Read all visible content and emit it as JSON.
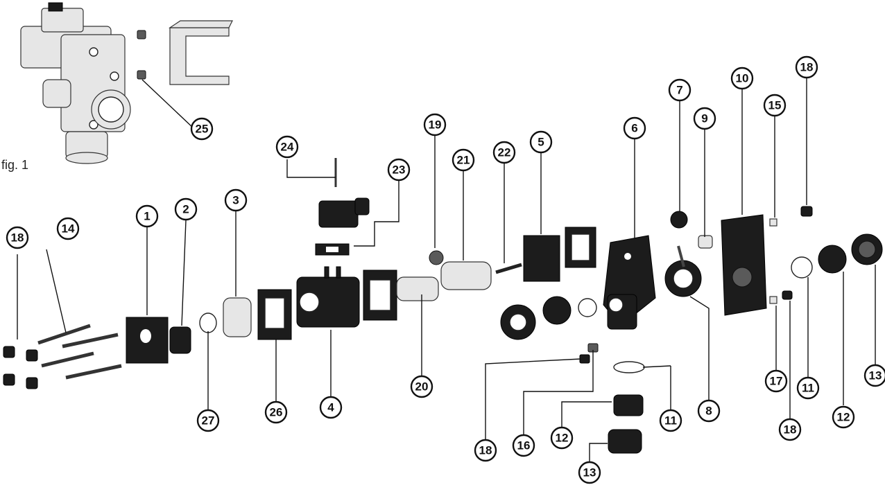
{
  "figure": {
    "label": "fig. 1"
  },
  "callouts": [
    "1",
    "2",
    "3",
    "4",
    "5",
    "6",
    "7",
    "8",
    "9",
    "10",
    "11",
    "12",
    "13",
    "14",
    "15",
    "16",
    "17",
    "18",
    "19",
    "20",
    "21",
    "22",
    "23",
    "24",
    "25",
    "26",
    "27"
  ],
  "colors": {
    "ink": "#111111",
    "dark_part": "#1c1c1c",
    "light_part": "#e6e6e6"
  }
}
